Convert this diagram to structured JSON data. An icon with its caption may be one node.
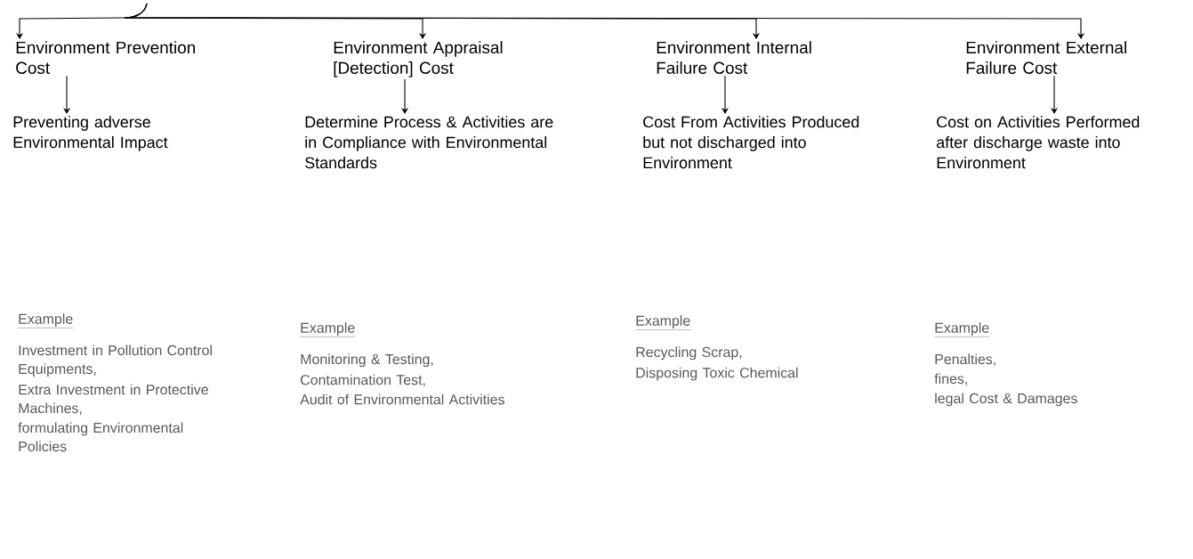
{
  "diagram": {
    "nodes": [
      {
        "text": [
          "Environment Prevention Cost"
        ]
      },
      {
        "text": [
          "Environment Appraisal [Detection] Cost"
        ]
      },
      {
        "text": [
          "Environment Internal Failure Cost"
        ]
      },
      {
        "text": [
          "Environment External Failure Cost"
        ]
      },
      {
        "text": [
          "Preventing adverse Environmental Impact"
        ]
      },
      {
        "text": [
          "Determine Process & Activities are in Compliance with Environmental Standards"
        ]
      },
      {
        "text": [
          "Cost From Activities Produced but not discharged into Environment"
        ]
      },
      {
        "text": [
          "Cost on Activities Performed after discharge waste into Environment"
        ]
      }
    ],
    "edges": [
      {
        "from": null,
        "to": 0,
        "arrow": "to"
      },
      {
        "from": null,
        "to": 1,
        "arrow": "to"
      },
      {
        "from": null,
        "to": 2,
        "arrow": "to"
      },
      {
        "from": null,
        "to": 3,
        "arrow": "to"
      },
      {
        "from": 0,
        "to": 4,
        "arrow": "to"
      },
      {
        "from": 1,
        "to": 5,
        "arrow": "to"
      },
      {
        "from": 2,
        "to": 6,
        "arrow": "to"
      },
      {
        "from": 3,
        "to": 7,
        "arrow": "to"
      }
    ],
    "labels": [
      "Example",
      "Investment in Pollution Control Equipments,",
      "Extra Investment in Protective Machines,",
      "formulating Environmental Policies",
      "Example",
      "Monitoring & Testing,",
      "Contamination Test,",
      "Audit of Environmental Activities",
      "Example",
      "Recycling Scrap,",
      "Disposing Toxic Chemical",
      "Example",
      "Penalties,",
      "fines,",
      "legal Cost & Damages"
    ]
  }
}
